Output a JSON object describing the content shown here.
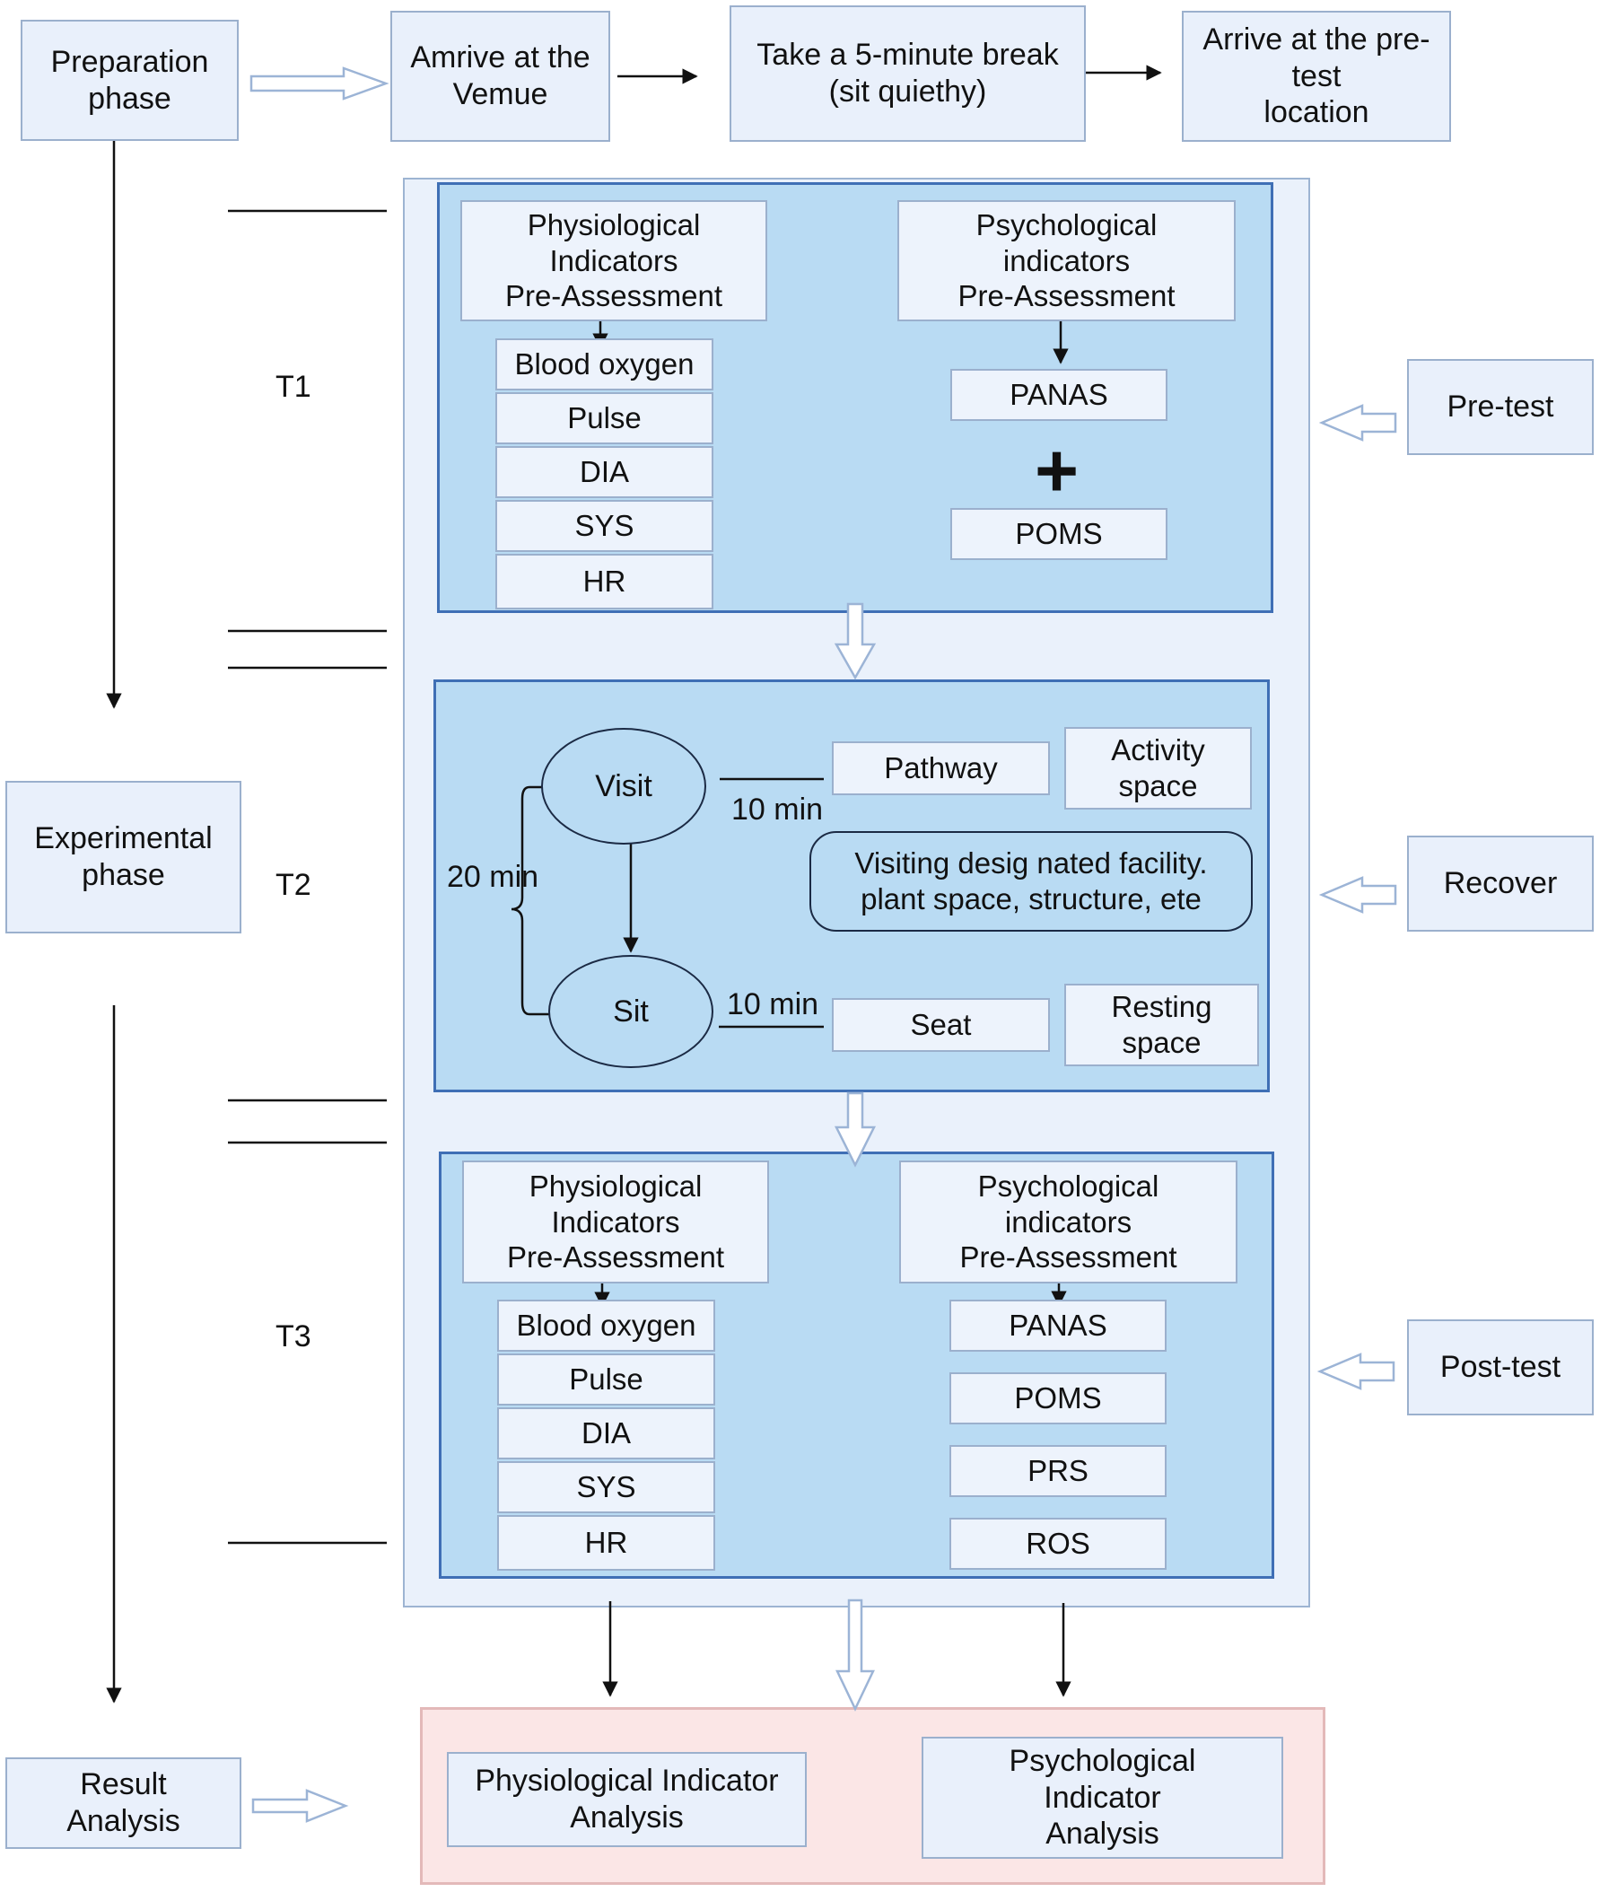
{
  "left": {
    "preparation": "Preparation\nphase",
    "experimental": "Experimental\nphase",
    "result": "Result\nAnalysis"
  },
  "top_flow": {
    "arrive_venue": "Amrive at the\nVemue",
    "break": "Take a 5-minute break\n(sit quiethy)",
    "arrive_pretest": "Arrive at the pre-\ntest\nlocation"
  },
  "phases": {
    "t1": "T1",
    "t2": "T2",
    "t3": "T3"
  },
  "side": {
    "pretest": "Pre-test",
    "recover": "Recover",
    "posttest": "Post-test"
  },
  "t1": {
    "physio_header": "Physiological\nIndicators\nPre-Assessment",
    "psych_header": "Psychological\nindicators\nPre-Assessment",
    "physio_items": [
      "Blood oxygen",
      "Pulse",
      "DIA",
      "SYS",
      "HR"
    ],
    "psych_items": [
      "PANAS",
      "POMS"
    ],
    "plus": "+"
  },
  "t2": {
    "visit": "Visit",
    "sit": "Sit",
    "visit_time": "10 min",
    "sit_time": "10 min",
    "total_time": "20 min",
    "pathway": "Pathway",
    "activity_space": "Activity\nspace",
    "facility": "Visiting desig nated facility.\nplant space, structure, ete",
    "seat": "Seat",
    "resting_space": "Resting\nspace"
  },
  "t3": {
    "physio_header": "Physiological\nIndicators\nPre-Assessment",
    "psych_header": "Psychological\nindicators\nPre-Assessment",
    "physio_items": [
      "Blood oxygen",
      "Pulse",
      "DIA",
      "SYS",
      "HR"
    ],
    "psych_items": [
      "PANAS",
      "POMS",
      "PRS",
      "ROS"
    ]
  },
  "results": {
    "physio": "Physiological Indicator\nAnalysis",
    "psych": "Psychological\nIndicator\nAnalysis"
  },
  "colors": {
    "panel_fill": "#b9dbf3",
    "panel_border": "#3f6fb5",
    "box_fill": "#e9f0fb",
    "result_fill": "#fbe6e6"
  }
}
